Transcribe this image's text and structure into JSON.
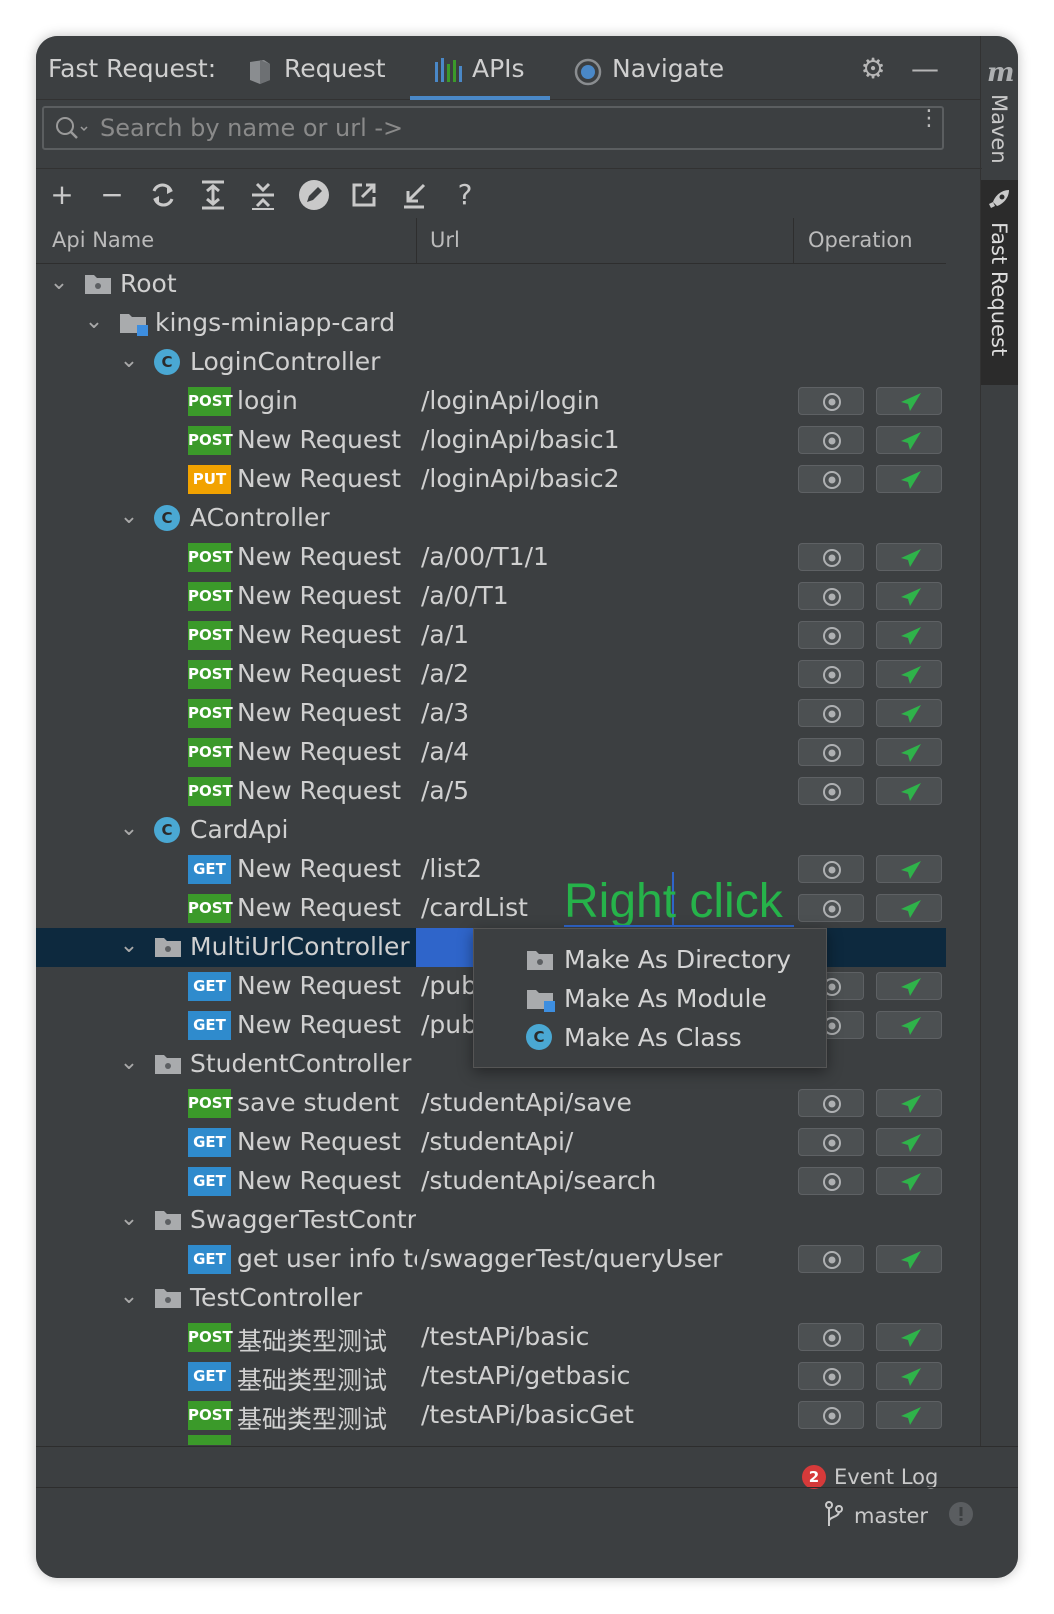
{
  "header": {
    "title": "Fast Request:",
    "tabs": [
      {
        "label": "Request",
        "icon": "request-shield-icon"
      },
      {
        "label": "APIs",
        "icon": "apis-bars-icon"
      },
      {
        "label": "Navigate",
        "icon": "navigate-target-icon"
      }
    ],
    "active_tab": "APIs"
  },
  "side_strip": {
    "maven": "Maven",
    "fast_request": "Fast Request",
    "maven_icon_text": "m"
  },
  "search": {
    "placeholder": "Search by name or url ->",
    "value": ""
  },
  "toolbar": {
    "buttons": [
      "plus-icon",
      "minus-icon",
      "refresh-icon",
      "expand-all-icon",
      "collapse-all-icon",
      "edit-icon",
      "export-icon",
      "import-icon",
      "help-icon"
    ],
    "plus": "+",
    "minus": "−",
    "help": "?"
  },
  "columns": {
    "name": "Api Name",
    "url": "Url",
    "operation": "Operation"
  },
  "tree": {
    "root": "Root",
    "module": "kings-miniapp-card",
    "login_controller": {
      "name": "LoginController",
      "rows": [
        {
          "method": "POST",
          "name": "login",
          "url": "/loginApi/login"
        },
        {
          "method": "POST",
          "name": "New Request",
          "url": "/loginApi/basic1"
        },
        {
          "method": "PUT",
          "name": "New Request",
          "url": "/loginApi/basic2"
        }
      ]
    },
    "a_controller": {
      "name": "AController",
      "rows": [
        {
          "method": "POST",
          "name": "New Request",
          "url": "/a/00/T1/1"
        },
        {
          "method": "POST",
          "name": "New Request",
          "url": "/a/0/T1"
        },
        {
          "method": "POST",
          "name": "New Request",
          "url": "/a/1"
        },
        {
          "method": "POST",
          "name": "New Request",
          "url": "/a/2"
        },
        {
          "method": "POST",
          "name": "New Request",
          "url": "/a/3"
        },
        {
          "method": "POST",
          "name": "New Request",
          "url": "/a/4"
        },
        {
          "method": "POST",
          "name": "New Request",
          "url": "/a/5"
        }
      ]
    },
    "card_api": {
      "name": "CardApi",
      "rows": [
        {
          "method": "GET",
          "name": "New Request",
          "url": "/list2"
        },
        {
          "method": "POST",
          "name": "New Request",
          "url": "/cardList"
        }
      ]
    },
    "multi_url_controller": {
      "name": "MultiUrlController",
      "rows": [
        {
          "method": "GET",
          "name": "New Request",
          "url": "/pub"
        },
        {
          "method": "GET",
          "name": "New Request",
          "url": "/pub"
        }
      ]
    },
    "student_controller": {
      "name": "StudentController",
      "rows": [
        {
          "method": "POST",
          "name": "save student",
          "url": "/studentApi/save"
        },
        {
          "method": "GET",
          "name": "New Request",
          "url": "/studentApi/"
        },
        {
          "method": "GET",
          "name": "New Request",
          "url": "/studentApi/search"
        }
      ]
    },
    "swagger_controller": {
      "name": "SwaggerTestContr",
      "rows": [
        {
          "method": "GET",
          "name": "get user info te",
          "url": "/swaggerTest/queryUser"
        }
      ]
    },
    "test_controller": {
      "name": "TestController",
      "rows": [
        {
          "method": "POST",
          "name": "基础类型测试",
          "url": "/testAPi/basic"
        },
        {
          "method": "GET",
          "name": "基础类型测试",
          "url": "/testAPi/getbasic"
        },
        {
          "method": "POST",
          "name": "基础类型测试",
          "url": "/testAPi/basicGet"
        }
      ]
    },
    "class_icon_letter": "C"
  },
  "annotation": {
    "text": "Right click",
    "color": "#26b34a"
  },
  "context_menu": {
    "items": [
      {
        "label": "Make As Directory",
        "icon": "folder-icon"
      },
      {
        "label": "Make As Module",
        "icon": "module-folder-icon"
      },
      {
        "label": "Make As Class",
        "icon": "class-icon"
      }
    ]
  },
  "statusbar": {
    "event_log_label": "Event Log",
    "event_log_count": "2",
    "branch": "master"
  },
  "colors": {
    "post": "#3b9a2a",
    "get": "#2f8bcd",
    "put": "#f2a200",
    "selection": "#0d293e",
    "accent": "#4a88c7",
    "send_arrow": "#2fb34a"
  }
}
